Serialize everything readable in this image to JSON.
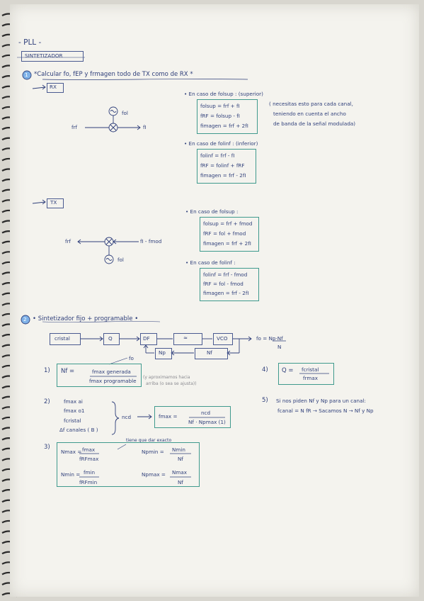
{
  "header": {
    "title": "- PLL -",
    "subtitle": "SINTETIZADOR",
    "s1_num": "1",
    "s1_title": "*Calcular fo, fEP y frmagen todo de TX como de RX *"
  },
  "rx": {
    "label": "RX",
    "diagram": {
      "fol": "fol",
      "frf": "frf",
      "fi": "fI",
      "mix": "x",
      "osc": "~"
    },
    "sup_title": "• En caso de folsup : (superior)",
    "sup_lines": [
      "folsup = frf + fI",
      "fRF = folsup - fI",
      "fimagen = frf + 2fI"
    ],
    "note_lines": [
      "( necesitas esto para cada canal,",
      "teniendo en cuenta el ancho",
      "de banda de la señal modulada)"
    ],
    "inf_title": "• En caso de folinf : (inferior)",
    "inf_lines": [
      "folinf = frf - fI",
      "fRF = folinf + fRF",
      "fimagen = frf - 2fI"
    ]
  },
  "tx": {
    "label": "TX",
    "diagram": {
      "frf": "frf",
      "fi": "fI - fmod",
      "fol": "fol",
      "mix": "x",
      "osc": "~"
    },
    "sup_title": "• En caso de folsup :",
    "sup_lines": [
      "folsup = frf + fmod",
      "fRF = fol + fmod",
      "fimagen = frf + 2fI"
    ],
    "inf_title": "• En caso de folinf :",
    "inf_lines": [
      "folinf = frf - fmod",
      "fRF = fol - fmod",
      "fimagen = frf - 2fI"
    ]
  },
  "s2": {
    "num": "2",
    "title": "• Sintetizador fijo + programable •",
    "blocks": {
      "crystal": "cristal",
      "q": "Q",
      "df": "DF",
      "filter": "≈",
      "vco": "VCO",
      "np": "Np",
      "nf": "Nf"
    },
    "fo_formula": "fo = Np·Nf",
    "fo_den": "N",
    "fo_label": "fo",
    "n1": "1)",
    "f1_lhs": "Nf =",
    "f1_num": "fmax generada",
    "f1_den": "fmax programable",
    "f1_note": [
      "(y aproximamos hacia",
      "arriba (o sea se ajusta))"
    ],
    "n4": "4)",
    "f4_lhs": "Q =",
    "f4_num": "fcristal",
    "f4_den": "frmax",
    "n2": "2)",
    "list2": [
      "fmax ai",
      "fmax o1",
      "fcristal",
      "Δf canales ( B )"
    ],
    "ncd": "ncd",
    "f2_lhs": "fmax =",
    "f2_num": "ncd",
    "f2_den": "Nf · Npmax (1)",
    "n5": "5)",
    "s5_line1": "Si nos piden Nf y Np para un canal:",
    "s5_line2": "fcanal = N fR  →  Sacamos N  →  Nf y Np",
    "n3": "3)",
    "f3_note": "tiene que dar exacto",
    "f3a_lhs": "Nmax =",
    "f3a_num": "fmax",
    "f3a_den": "fRFmax",
    "f3b_lhs": "Npmin =",
    "f3b_num": "Nmin",
    "f3b_den": "Nf",
    "f3c_lhs": "Nmin =",
    "f3c_num": "fmin",
    "f3c_den": "fRFmin",
    "f3d_lhs": "Npmax =",
    "f3d_num": "Nmax",
    "f3d_den": "Nf"
  },
  "colors": {
    "ink": "#2f3f7a",
    "teal_box": "#3f9a8d",
    "pencil": "#8a8a90",
    "paper": "#f4f3ee",
    "accent": "#3a7ad0"
  }
}
